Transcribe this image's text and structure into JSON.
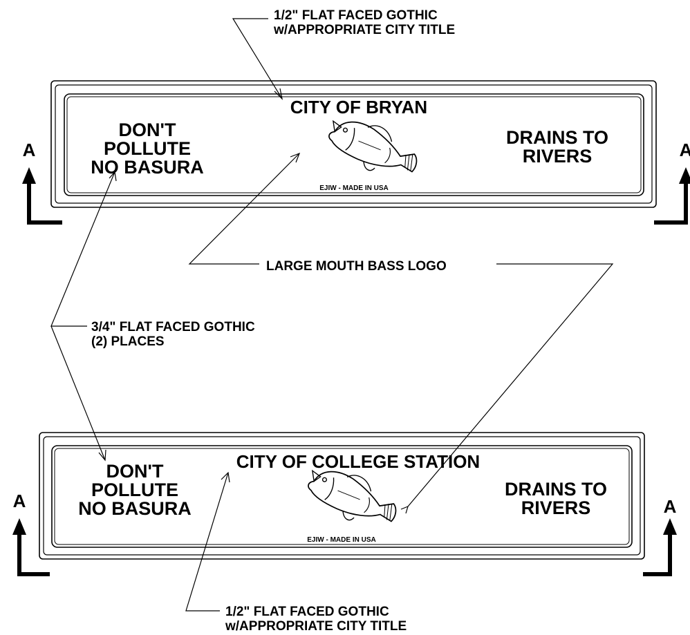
{
  "callouts": {
    "top_title_note": [
      "1/2\" FLAT FACED GOTHIC",
      "w/APPROPRIATE CITY TITLE"
    ],
    "logo_note": "LARGE MOUTH BASS LOGO",
    "text_note": [
      "3/4\" FLAT FACED GOTHIC",
      "(2) PLACES"
    ],
    "bottom_title_note": [
      "1/2\" FLAT FACED GOTHIC",
      "w/APPROPRIATE CITY TITLE"
    ]
  },
  "plates": [
    {
      "city_title": "CITY OF BRYAN",
      "left_text": [
        "DON'T",
        "POLLUTE",
        "NO BASURA"
      ],
      "right_text": [
        "DRAINS TO",
        "RIVERS"
      ],
      "maker_mark": "EJIW - MADE IN USA"
    },
    {
      "city_title": "CITY OF COLLEGE STATION",
      "left_text": [
        "DON'T",
        "POLLUTE",
        "NO BASURA"
      ],
      "right_text": [
        "DRAINS TO",
        "RIVERS"
      ],
      "maker_mark": "EJIW - MADE IN USA"
    }
  ],
  "section_marker": "A"
}
